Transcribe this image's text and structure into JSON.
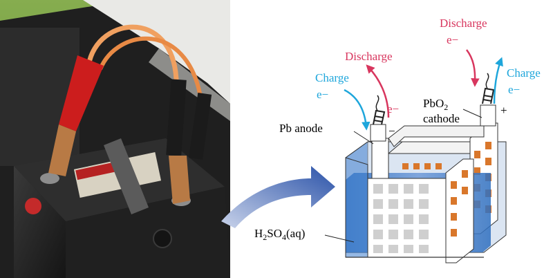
{
  "labels": {
    "pb_anode": "Pb anode",
    "pbo2": "PbO",
    "pbo2_sub": "2",
    "cathode": "cathode",
    "h2so4_h": "H",
    "h2so4_sub1": "2",
    "h2so4_so": "SO",
    "h2so4_sub2": "4",
    "h2so4_aq": "(aq)",
    "charge_left": "Charge",
    "charge_left_e": "e−",
    "discharge_left": "Discharge",
    "discharge_left_e": "e−",
    "discharge_right": "Discharge",
    "discharge_right_e": "e−",
    "charge_right": "Charge",
    "charge_right_e": "e−",
    "plus": "+",
    "minus": "−"
  },
  "colors": {
    "charge": "#1ea6db",
    "discharge": "#d8365e",
    "electrolyte": "#2f6fbf",
    "cathode_plate": "#d9772b",
    "anode_plate": "#cfcfcf",
    "grass": "#6f9a3e",
    "battery_case": "#2a2a2a",
    "red_clamp": "#cc1d1d",
    "black_clamp": "#1b1b1b",
    "copper": "#b87a45"
  }
}
